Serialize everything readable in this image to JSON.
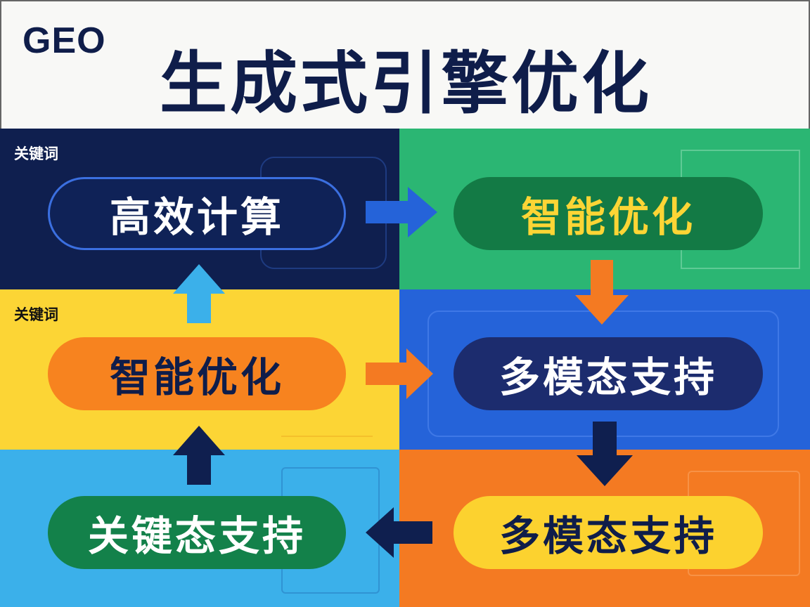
{
  "header": {
    "logo": "GEO",
    "title": "生成式引擎优化"
  },
  "panels": [
    {
      "keyword_label": "关键词",
      "pill": "高效计算"
    },
    {
      "pill": "智能优化"
    },
    {
      "keyword_label": "关键词",
      "pill": "智能优化"
    },
    {
      "pill": "多模态支持"
    },
    {
      "pill": "关键态支持"
    },
    {
      "pill": "多模态支持"
    }
  ],
  "colors": {
    "navy": "#0f1f4f",
    "green": "#2bb673",
    "yellow": "#fcd535",
    "blue": "#2563d9",
    "sky": "#3bb0ea",
    "orange": "#f47a22"
  }
}
